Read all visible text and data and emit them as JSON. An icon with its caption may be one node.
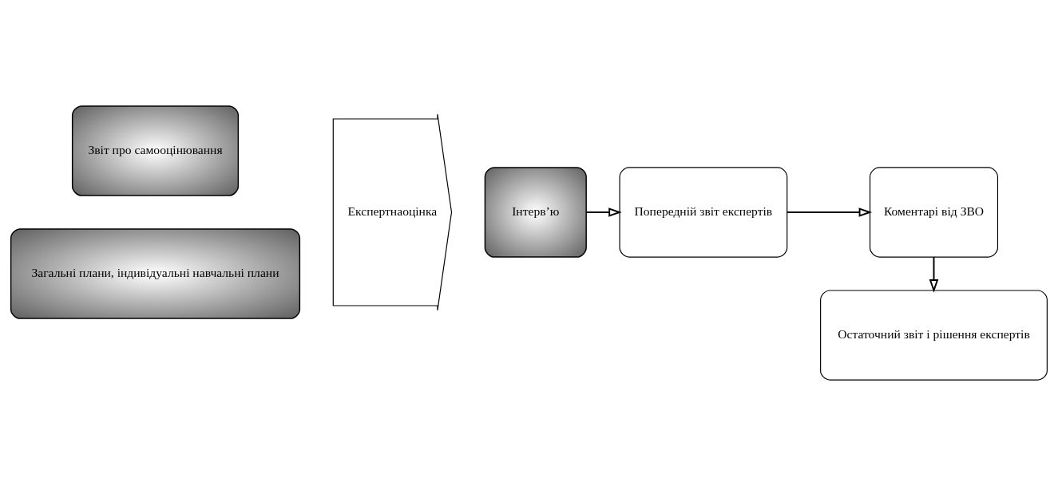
{
  "diagram": {
    "nodes": [
      {
        "text": [
          "Звіт про самооцінювання"
        ]
      },
      {
        "text": [
          "Загальні плани, індивідуальні навчальні плани"
        ]
      },
      {
        "text": [
          "Експертнаоцінка"
        ]
      },
      {
        "text": [
          "Інтерв’ю"
        ]
      },
      {
        "text": [
          "Попередній звіт експертів"
        ]
      },
      {
        "text": [
          "Коментарі від ЗВО"
        ]
      },
      {
        "text": [
          "Остаточний звіт і рішення експертів"
        ]
      }
    ],
    "edges": [
      {
        "from": 3,
        "to": 4,
        "arrow": "to"
      },
      {
        "from": 4,
        "to": 5,
        "arrow": "to"
      },
      {
        "from": 5,
        "to": 6,
        "arrow": "to"
      }
    ]
  }
}
